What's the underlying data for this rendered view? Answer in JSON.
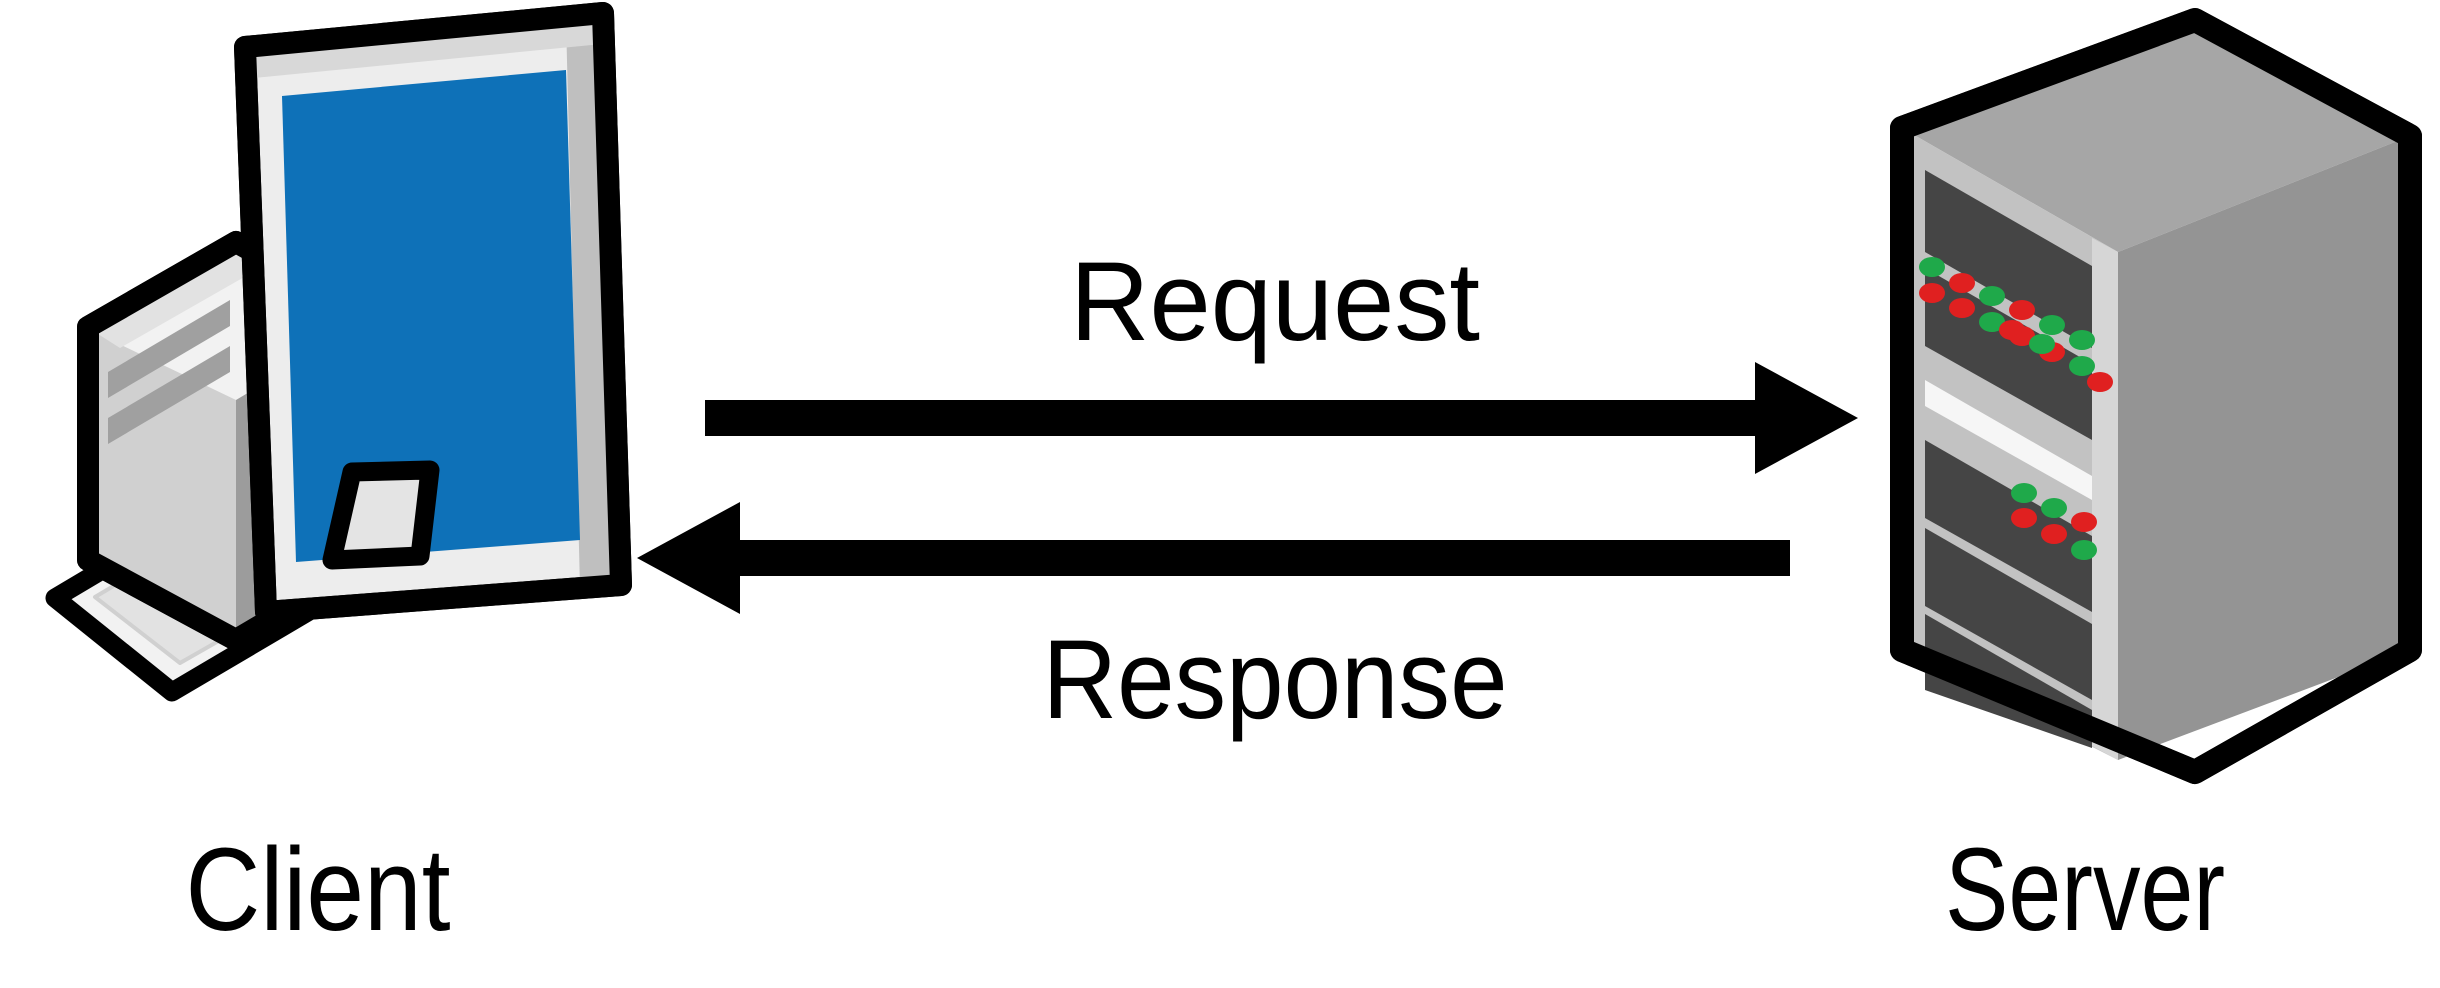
{
  "diagram": {
    "type": "client-server-request-response",
    "title": "Client Server Request Response",
    "background_color": "#ffffff",
    "nodes": [
      {
        "id": "client",
        "label": "Client",
        "icon": "desktop-computer-icon",
        "description": "Desktop computer with monitor, tower, and keyboard"
      },
      {
        "id": "server",
        "label": "Server",
        "icon": "server-rack-icon",
        "description": "Isometric server tower with drive bays and status LEDs"
      }
    ],
    "edges": [
      {
        "id": "request",
        "label": "Request",
        "from": "client",
        "to": "server",
        "direction": "right",
        "label_position": "above"
      },
      {
        "id": "response",
        "label": "Response",
        "from": "server",
        "to": "client",
        "direction": "left",
        "label_position": "below"
      }
    ],
    "colors": {
      "outline": "#000000",
      "screen_blue": "#0E71B8",
      "bezel_light": "#EDEDED",
      "bezel_mid": "#D4D4D4",
      "bezel_shadow": "#A8A8A8",
      "tower_light": "#F2F2F2",
      "tower_mid": "#CFCFCF",
      "tower_dark": "#9E9E9E",
      "server_top": "#A6A6A6",
      "server_front": "#C2C2C2",
      "server_side": "#949494",
      "server_bay": "#454545",
      "led_green": "#1FA94A",
      "led_red": "#E02020",
      "label_text": "#000000"
    }
  }
}
